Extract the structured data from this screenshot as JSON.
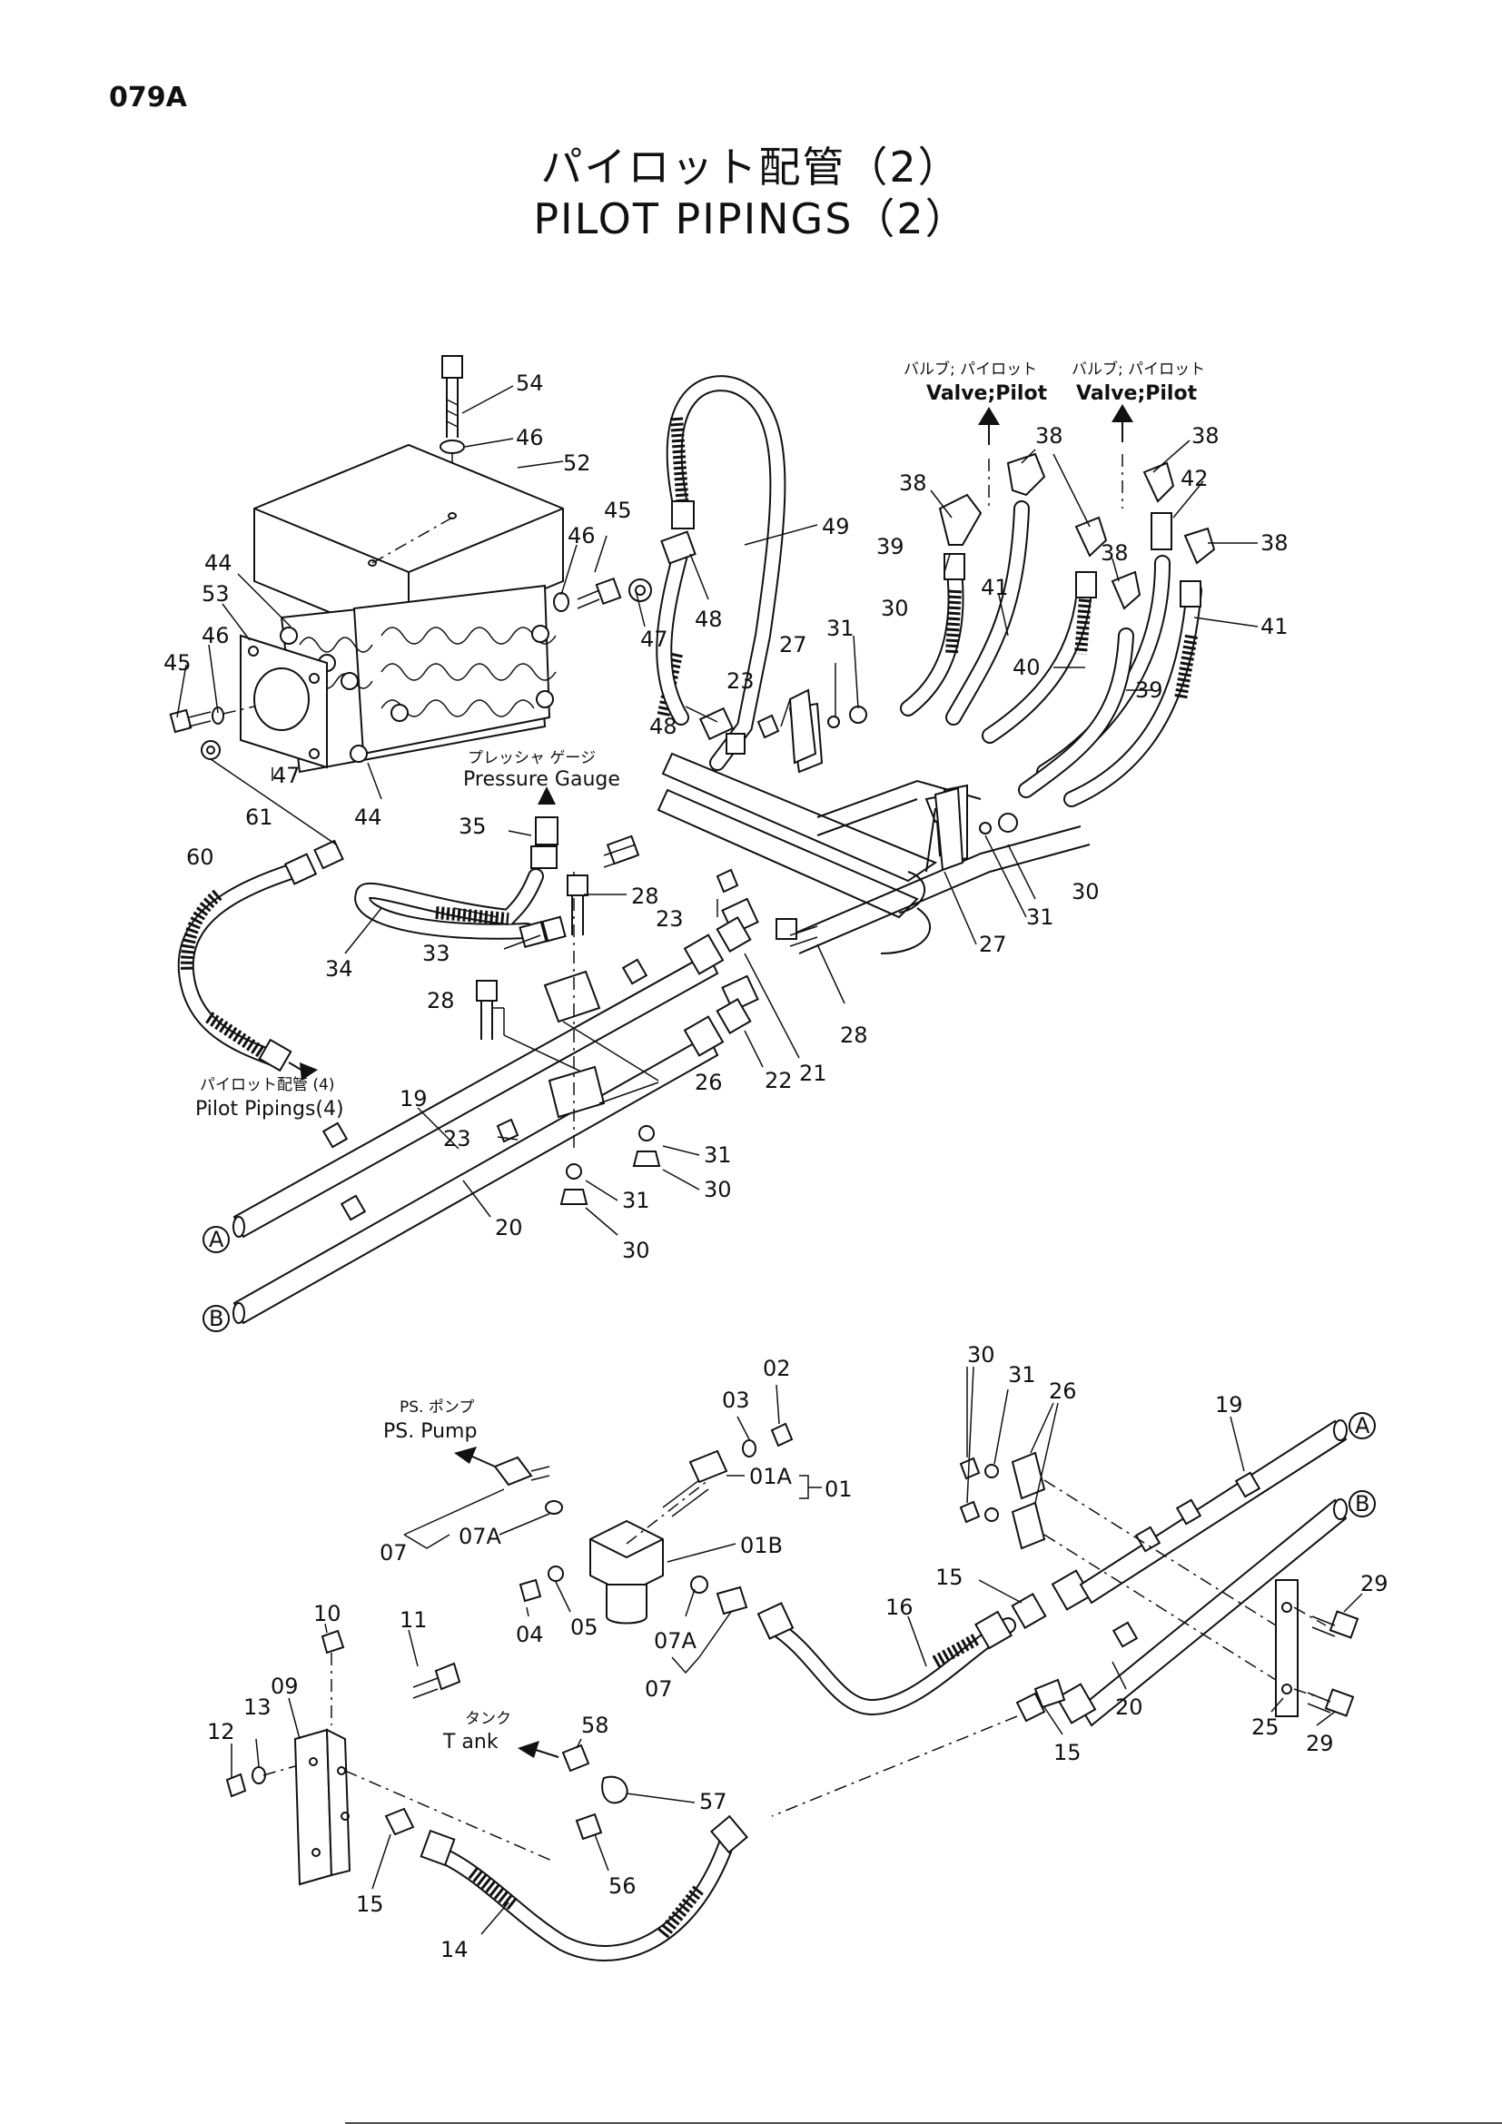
{
  "header": {
    "page_code": "079A",
    "title_ja": "パイロット配管（2）",
    "title_en": "PILOT PIPINGS（2）"
  },
  "labels": {
    "valve_pilot_ja": "バルブ; パイロット",
    "valve_pilot_en": "Valve;Pilot",
    "pressure_gauge_ja": "プレッシャ ゲージ",
    "pressure_gauge_en": "Pressure Gauge",
    "pilot_pipings4_ja": "パイロット配管 (4)",
    "pilot_pipings4_en": "Pilot  Pipings(4)",
    "ps_pump_ja": "PS. ポンプ",
    "ps_pump_en": "PS. Pump",
    "tank_ja": "タンク",
    "tank_en": "T ank",
    "line_a": "A",
    "line_b": "B"
  },
  "callouts": {
    "p54": "54",
    "p46a": "46",
    "p52": "52",
    "p45a": "45",
    "p46b": "46",
    "p44a": "44",
    "p53": "53",
    "p46c": "46",
    "p45b": "45",
    "p47a": "47",
    "p44b": "44",
    "p47b": "47",
    "p48a": "48",
    "p49": "49",
    "p48b": "48",
    "p38a": "38",
    "p38b": "38",
    "p38c": "38",
    "p38d": "38",
    "p38e": "38",
    "p42": "42",
    "p39a": "39",
    "p41a": "41",
    "p40": "40",
    "p39b": "39",
    "p41b": "41",
    "p31a": "31",
    "p30a": "30",
    "p27a": "27",
    "p23a": "23",
    "p35": "35",
    "p61": "61",
    "p60": "60",
    "p28a": "28",
    "p23b": "23",
    "p34": "34",
    "p33": "33",
    "p28b": "28",
    "p21": "21",
    "p28c": "28",
    "p22": "22",
    "p27b": "27",
    "p31b": "31",
    "p30b": "30",
    "p19a": "19",
    "p26a": "26",
    "p23c": "23",
    "p31c": "31",
    "p30c": "30",
    "p31d": "31",
    "p30d": "30",
    "p20a": "20",
    "p02": "02",
    "p03": "03",
    "p01a": "01A",
    "p01": "01",
    "p07a1": "07A",
    "p07a": "07",
    "p01b": "01B",
    "p04": "04",
    "p05": "05",
    "p07a2": "07A",
    "p07b": "07",
    "p16": "16",
    "p15a": "15",
    "p30e": "30",
    "p31e": "31",
    "p26b": "26",
    "p19b": "19",
    "p29a": "29",
    "p20b": "20",
    "p25": "25",
    "p29b": "29",
    "p15b": "15",
    "p10": "10",
    "p11": "11",
    "p09": "09",
    "p12": "12",
    "p13": "13",
    "p58": "58",
    "p57": "57",
    "p56": "56",
    "p15c": "15",
    "p14": "14"
  }
}
